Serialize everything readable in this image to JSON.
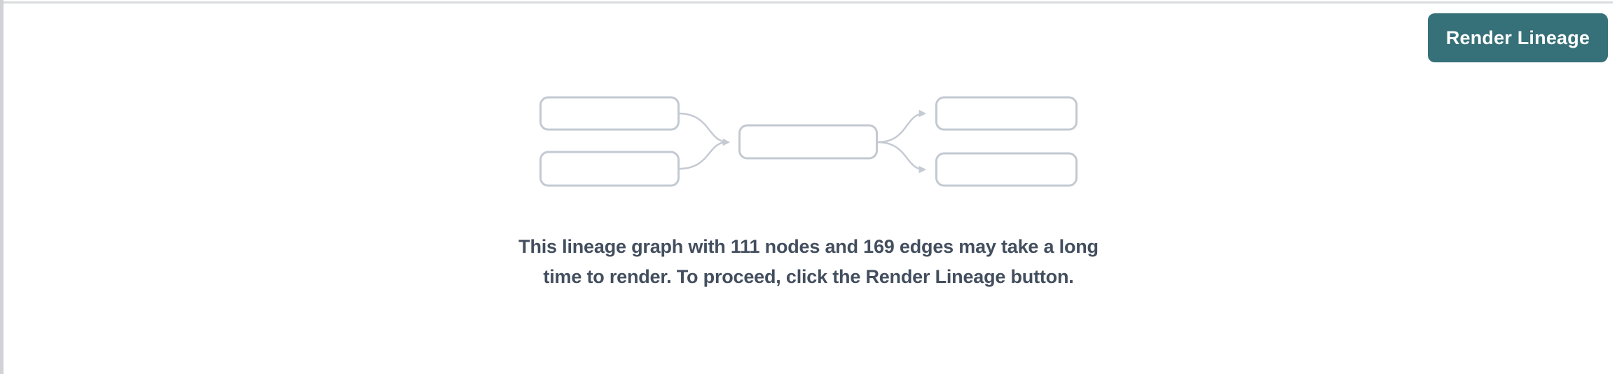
{
  "theme": {
    "page_bg": "#ffffff",
    "border_top": "#dadbde",
    "border_left": "#d1d2d5",
    "accent_teal": "#367078",
    "button_text": "#ffffff",
    "message_text": "#434e5e",
    "node_stroke": "#c3c9d2",
    "edge_stroke": "#c5cad3"
  },
  "header": {
    "render_button_label": "Render Lineage"
  },
  "empty_state": {
    "message": "This lineage graph with 111 nodes and 169 edges may take a long time to render. To proceed, click the Render Lineage button.",
    "node_count": "111",
    "edge_count": "169",
    "diagram": {
      "kind": "lineage-placeholder",
      "upstream_nodes": 2,
      "center_nodes": 1,
      "downstream_nodes": 2,
      "edges": 4
    }
  }
}
